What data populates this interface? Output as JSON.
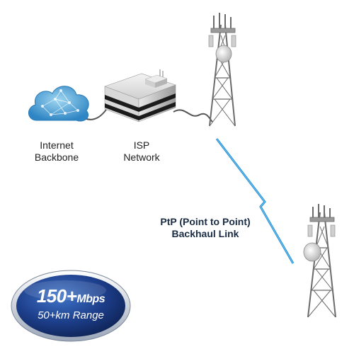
{
  "nodes": {
    "internet_backbone": {
      "line1": "Internet",
      "line2": "Backbone"
    },
    "isp_network": {
      "line1": "ISP",
      "line2": "Network"
    }
  },
  "link": {
    "line1": "PtP (Point to Point)",
    "line2": "Backhaul Link"
  },
  "badge": {
    "speed_value": "150+",
    "speed_unit": "Mbps",
    "range": "50+km Range"
  },
  "colors": {
    "cloud": "#4fa8d8",
    "link_beam": "#1f8fd6",
    "badge_bg": "#1d3e8a",
    "tower": "#6b6b6b",
    "server_stripe": "#1b1b1b"
  }
}
